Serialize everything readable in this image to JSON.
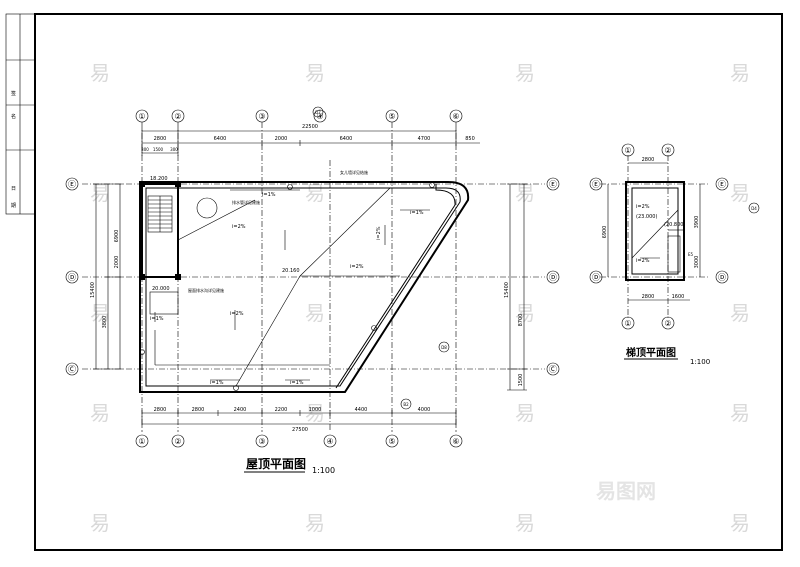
{
  "main_plan": {
    "title": "屋顶平面图",
    "scale": "1:100",
    "axes_top": [
      "①",
      "②",
      "③",
      "④",
      "⑤",
      "⑥"
    ],
    "axes_bottom": [
      "①",
      "②",
      "③",
      "④",
      "⑤",
      "⑥"
    ],
    "axes_left": [
      "Ⓔ",
      "Ⓓ",
      "Ⓒ"
    ],
    "axes_right": [
      "Ⓔ",
      "Ⓓ",
      "Ⓒ"
    ],
    "dims_top_total": "22500",
    "dims_top": [
      "2800",
      "6400",
      "2000",
      "6400",
      "4700",
      "850"
    ],
    "dims_top_sub": [
      "300",
      "1500",
      "300"
    ],
    "dims_bottom": [
      "2800",
      "2800",
      "2400",
      "2200",
      "1000",
      "4400",
      "4000"
    ],
    "dims_bottom_total": "27500",
    "dims_left": [
      "6900",
      "2000",
      "3800"
    ],
    "dims_left_total": "15400",
    "dims_right": [
      "8700",
      "1500"
    ],
    "dims_right_total": "15400",
    "elevations": [
      "18.200",
      "20.000",
      "20.160"
    ],
    "slopes": [
      "i=1%",
      "i=2%",
      "i=2%",
      "i=2%",
      "i=1%",
      "i=1%",
      "i=2%",
      "i=1%",
      "i=1%"
    ],
    "notes": [
      "排水管详见建施",
      "女儿墙详见结施",
      "屋面排水沟详见建施"
    ],
    "callouts": [
      "D7",
      "D8",
      "B2"
    ]
  },
  "stair_plan": {
    "title": "梯顶平面图",
    "scale": "1:100",
    "axes_top": [
      "①",
      "②"
    ],
    "axes_bottom": [
      "①",
      "②"
    ],
    "axes_left": [
      "Ⓔ",
      "Ⓓ"
    ],
    "axes_right": [
      "Ⓔ",
      "Ⓓ"
    ],
    "dims_top": [
      "2800"
    ],
    "dims_bottom": [
      "2800",
      "1600"
    ],
    "dims_left": [
      "6900"
    ],
    "dims_right": [
      "3900",
      "3000"
    ],
    "elevations": [
      "(23.000)",
      "(20.800)"
    ],
    "slopes": [
      "i=2%",
      "i=2%"
    ],
    "callouts": [
      "D4",
      "E5"
    ]
  },
  "title_block": {
    "rows": [
      "签",
      "名",
      "日",
      "期"
    ]
  },
  "watermark": {
    "text": "易",
    "brand": "易图网"
  }
}
